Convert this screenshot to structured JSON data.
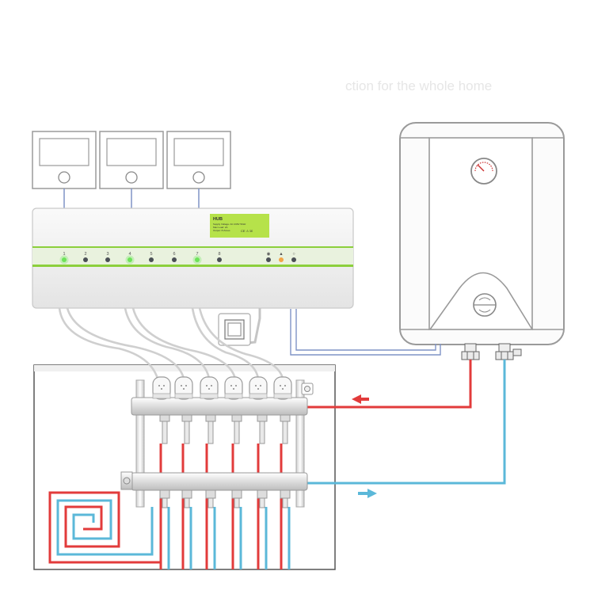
{
  "faint_caption": "ction for the whole home",
  "hub": {
    "label_title": "HUB",
    "label_lines": [
      "Supply Voltage: AC 230V 50Hz",
      "Max Load: 2A",
      "Output: 8 Zones"
    ],
    "certification": "CE ⚠ ☒",
    "zones": [
      "1",
      "2",
      "3",
      "4",
      "5",
      "6",
      "7",
      "8"
    ],
    "zone_led_states": [
      "on",
      "off",
      "off",
      "on",
      "off",
      "off",
      "on",
      "off"
    ],
    "status_symbols": [
      "◉",
      "▲",
      "○"
    ]
  },
  "thermostats": {
    "count": 3
  },
  "manifold": {
    "actuator_count": 6,
    "outlet_count": 6
  },
  "colors": {
    "hot_pipe": "#e23b3b",
    "cold_pipe": "#5bb8d9",
    "accent_green": "#8ccf3c",
    "label_green": "#b6e24a",
    "control_wire": "#7f93c6",
    "led_on": "#6ee35a",
    "led_off": "#4a4f56"
  },
  "icons": {
    "flow_out_arrow": "arrow-left-icon",
    "flow_return_arrow": "arrow-right-icon",
    "gauge": "temperature-gauge-icon"
  }
}
